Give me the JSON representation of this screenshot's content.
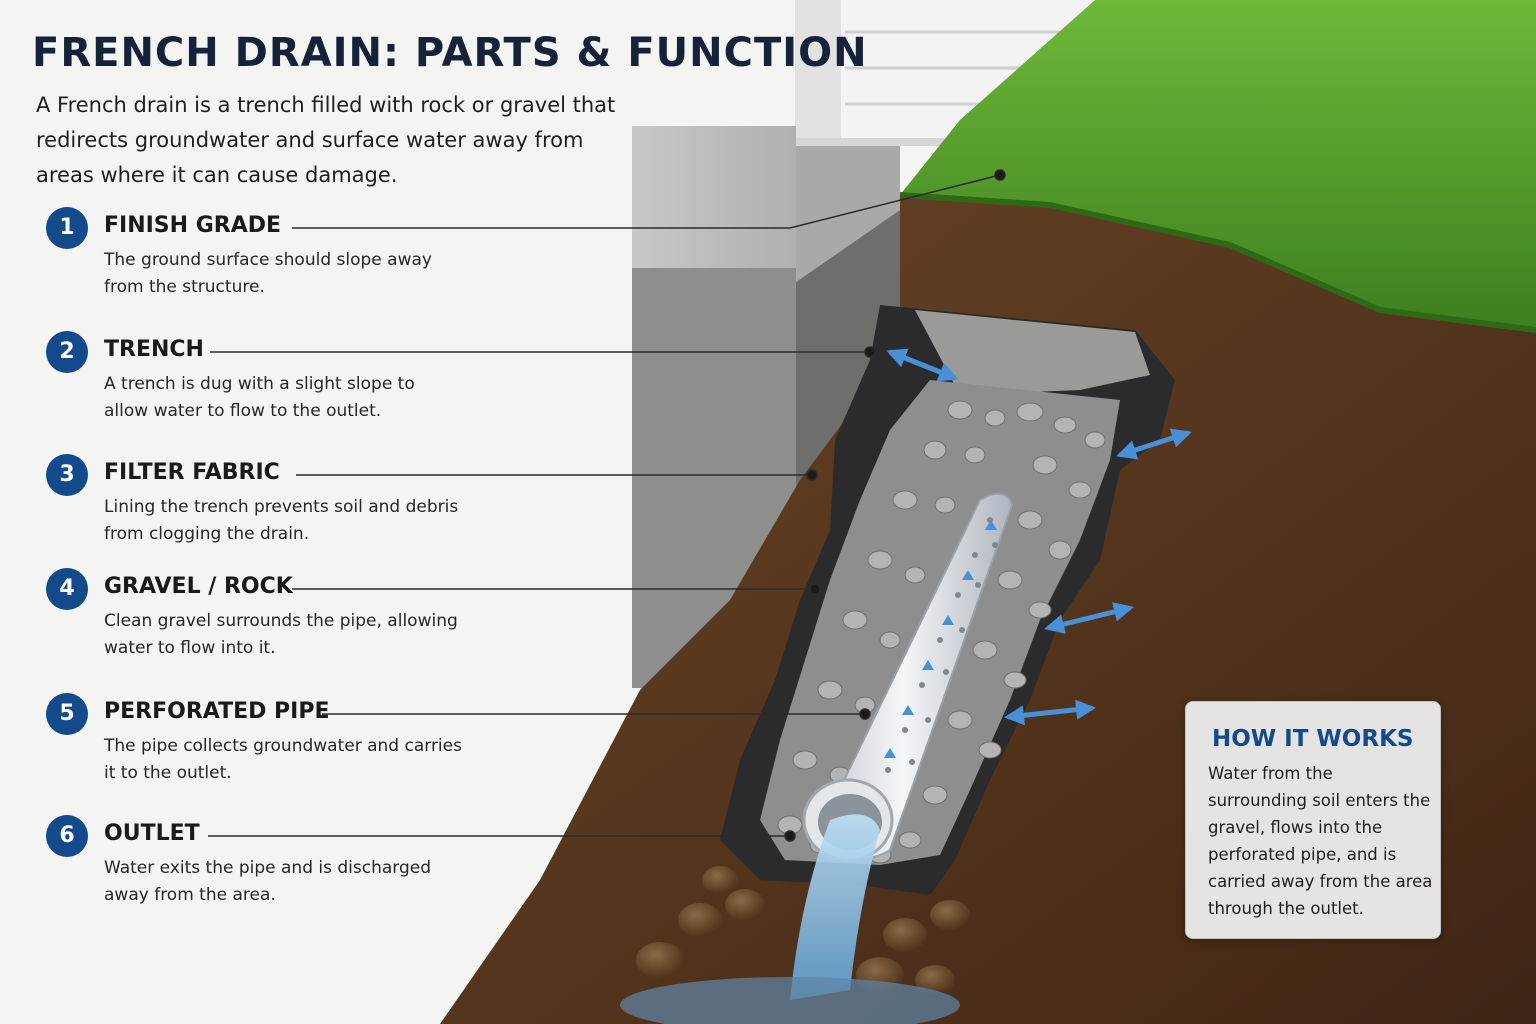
{
  "title": "FRENCH DRAIN: PARTS & FUNCTION",
  "intro": "A French drain is a trench filled with rock or gravel that redirects groundwater and surface water away from areas where it can cause damage.",
  "items": [
    {
      "number": "1",
      "label": "FINISH GRADE",
      "description": "The ground surface should slope away from the structure."
    },
    {
      "number": "2",
      "label": "TRENCH",
      "description": "A trench is dug with a slight slope to allow water to flow to the outlet."
    },
    {
      "number": "3",
      "label": "FILTER FABRIC",
      "description": "Lining the trench prevents soil and debris from clogging the drain."
    },
    {
      "number": "4",
      "label": "GRAVEL / ROCK",
      "description": "Clean gravel surrounds the pipe, allowing water to flow into it."
    },
    {
      "number": "5",
      "label": "PERFORATED PIPE",
      "description": "The pipe collects groundwater and carries it to the outlet."
    },
    {
      "number": "6",
      "label": "OUTLET",
      "description": "Water exits the pipe and is discharged away from the area."
    }
  ],
  "how_it_works": {
    "title": "HOW IT WORKS",
    "text": "Water from the surrounding soil enters the gravel, flows into the perforated pipe, and is carried away from the area through the outlet."
  },
  "colors": {
    "accent": "#124a8c",
    "water_arrow": "#4a90d9",
    "grass": "#4e9a2a",
    "soil": "#5b3a22",
    "fabric": "#2f2f2f",
    "gravel": "#a8a8a8",
    "pipe": "#d9dde2"
  }
}
